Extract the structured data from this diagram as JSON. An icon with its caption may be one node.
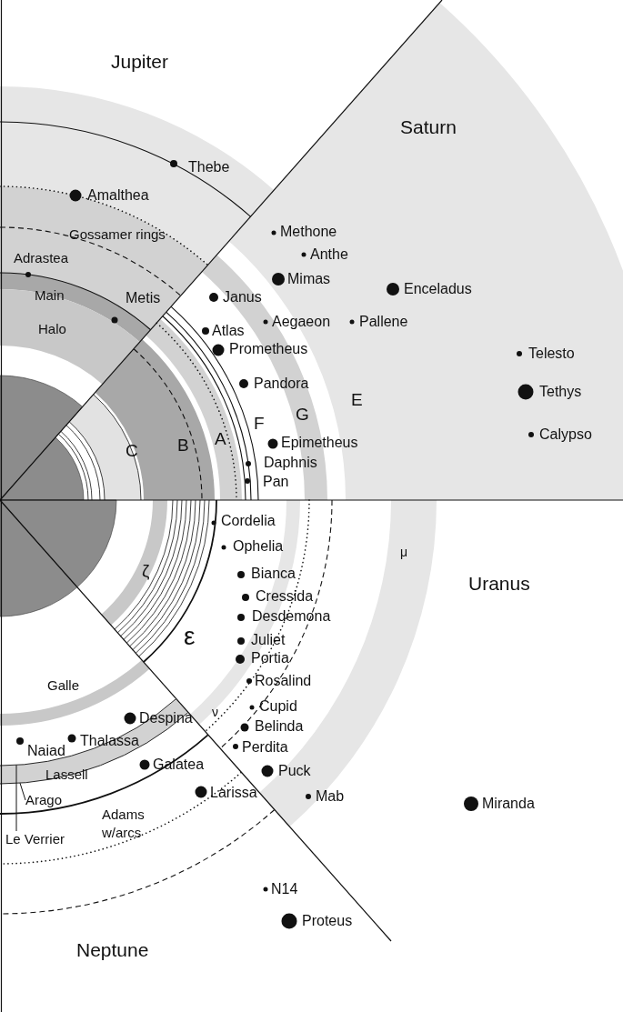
{
  "diagram": {
    "nodes": [
      {
        "text": [
          "Arago"
        ]
      },
      {
        "text": [
          "Le Verrier"
        ]
      },
      {
        "text": [],
        "shape": "ring"
      },
      {
        "text": [],
        "shape": "ring"
      }
    ],
    "edges": [
      {
        "from": 0,
        "to": 3,
        "arrow": "none"
      },
      {
        "from": 1,
        "to": 2,
        "arrow": "none"
      }
    ],
    "labels": [
      "Jupiter",
      "Saturn",
      "Thebe",
      "Amalthea",
      "Gossamer rings",
      "Methone",
      "Anthe",
      "Mimas",
      "Enceladus",
      "Adrastea",
      "Main",
      "Metis",
      "Janus",
      "Halo",
      "Atlas",
      "Aegaeon",
      "Pallene",
      "Telesto",
      "Prometheus",
      "Pandora",
      "Tethys",
      "E",
      "G",
      "A",
      "F",
      "B",
      "C",
      "Calypso",
      "Epimetheus",
      "Daphnis",
      "Pan",
      "Cordelia",
      "Ophelia",
      "μ",
      "Uranus",
      "ζ",
      "Bianca",
      "Cressida",
      "Desdemona",
      "Juliet",
      "Portia",
      "ε",
      "Rosalind",
      "Galle",
      "Cupid",
      "Despina",
      "ν",
      "Belinda",
      "Naiad",
      "Thalassa",
      "Perdita",
      "Lassell",
      "Galatea",
      "Puck",
      "Larissa",
      "Mab",
      "Miranda",
      "Adams w/arcs",
      "N14",
      "Proteus",
      "Neptune"
    ]
  }
}
